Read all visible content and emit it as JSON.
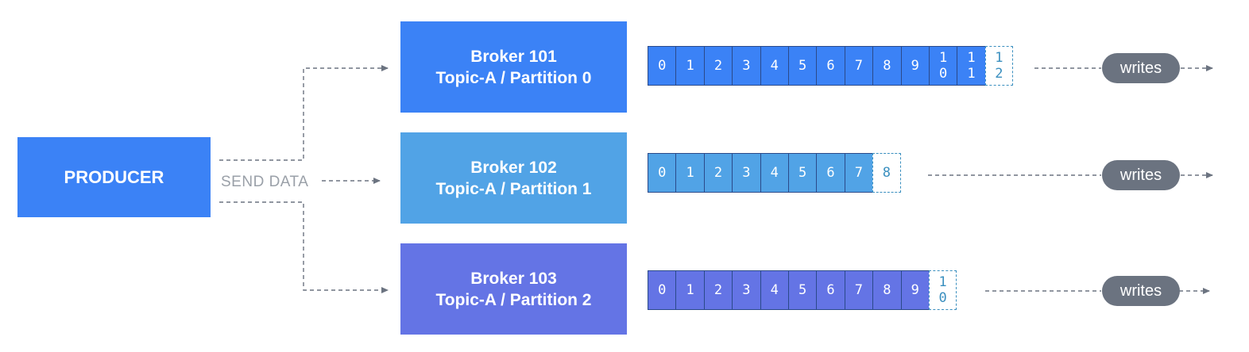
{
  "producer": {
    "label": "PRODUCER",
    "color": "#3b82f6"
  },
  "send_label": "SEND DATA",
  "brokers": [
    {
      "name": "Broker 101",
      "topic": "Topic-A / Partition 0",
      "color": "#3b82f6",
      "offsets": [
        "0",
        "1",
        "2",
        "3",
        "4",
        "5",
        "6",
        "7",
        "8",
        "9",
        "10",
        "11"
      ],
      "next_offset": "12",
      "action": "writes"
    },
    {
      "name": "Broker 102",
      "topic": "Topic-A / Partition 1",
      "color": "#51a3e6",
      "offsets": [
        "0",
        "1",
        "2",
        "3",
        "4",
        "5",
        "6",
        "7"
      ],
      "next_offset": "8",
      "action": "writes"
    },
    {
      "name": "Broker 103",
      "topic": "Topic-A / Partition 2",
      "color": "#6474e5",
      "offsets": [
        "0",
        "1",
        "2",
        "3",
        "4",
        "5",
        "6",
        "7",
        "8",
        "9"
      ],
      "next_offset": "10",
      "action": "writes"
    }
  ],
  "colors": {
    "arrow": "#6b7380",
    "pill": "#6b7380",
    "next_cell_border": "#3a8fbf"
  }
}
